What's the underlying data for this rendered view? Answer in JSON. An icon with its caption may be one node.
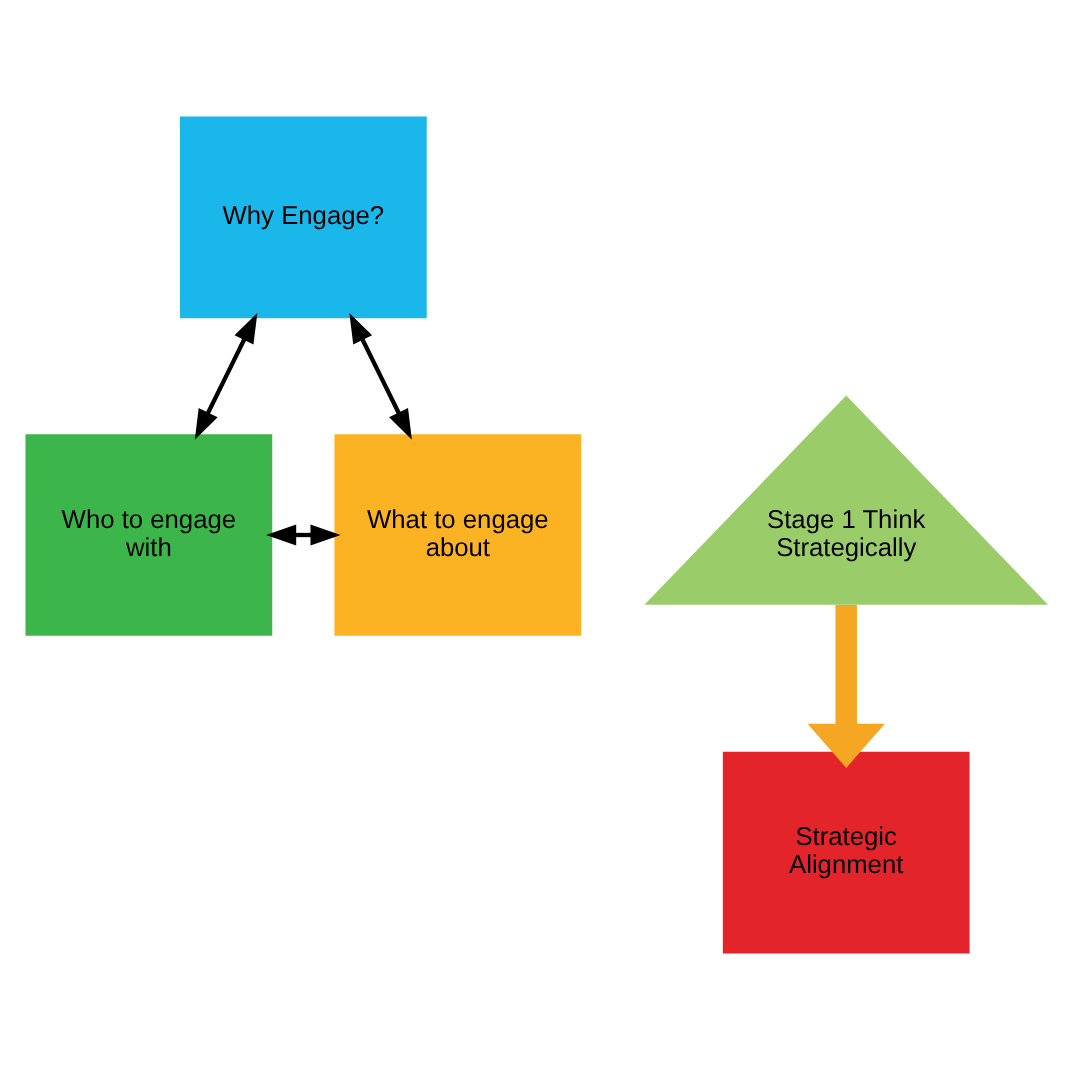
{
  "diagram": {
    "nodes": [
      {
        "text": [
          "Why Engage?"
        ]
      },
      {
        "text": [
          "Stage 1 Think Strategically"
        ]
      },
      {
        "text": [
          "Who to engage with"
        ]
      },
      {
        "text": [
          "What to engage about"
        ]
      },
      {
        "text": [
          "Strategic Alignment"
        ]
      }
    ],
    "edges": [
      {
        "from": 0,
        "to": 2,
        "arrow": "both"
      },
      {
        "from": 0,
        "to": 3,
        "arrow": "both"
      },
      {
        "from": 2,
        "to": 3,
        "arrow": "both"
      },
      {
        "from": 1,
        "to": 4,
        "arrow": "to",
        "style": "thick",
        "color": "#f5a623"
      }
    ]
  }
}
